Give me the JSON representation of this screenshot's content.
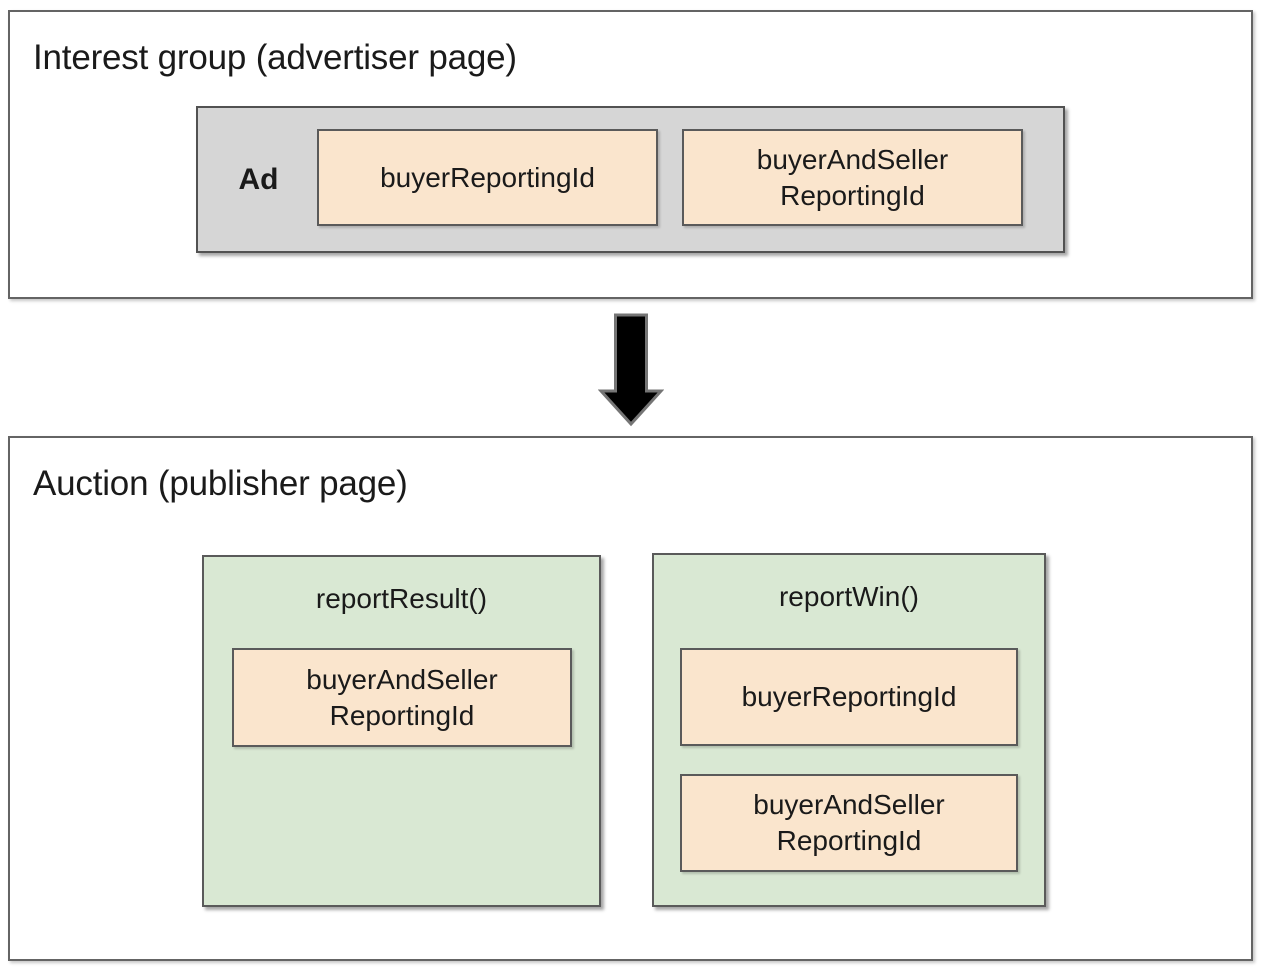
{
  "interest_group": {
    "title": "Interest group (advertiser page)",
    "ad_label": "Ad",
    "chips": [
      {
        "label": "buyerReportingId"
      },
      {
        "label": "buyerAndSeller\nReportingId"
      }
    ]
  },
  "arrow": {
    "icon": "down-arrow-icon"
  },
  "auction": {
    "title": "Auction (publisher page)",
    "functions": [
      {
        "name": "reportResult()",
        "chips": [
          {
            "label": "buyerAndSeller\nReportingId"
          }
        ]
      },
      {
        "name": "reportWin()",
        "chips": [
          {
            "label": "buyerReportingId"
          },
          {
            "label": "buyerAndSeller\nReportingId"
          }
        ]
      }
    ]
  },
  "colors": {
    "chip_fill": "#fae5cd",
    "ad_fill": "#d6d6d6",
    "function_fill": "#d9e8d3",
    "box_border": "#5a5a5a",
    "outer_border": "#646464",
    "arrow_fill": "#000000",
    "arrow_outline": "#757575",
    "text": "#1a1a1a",
    "background": "#ffffff"
  }
}
